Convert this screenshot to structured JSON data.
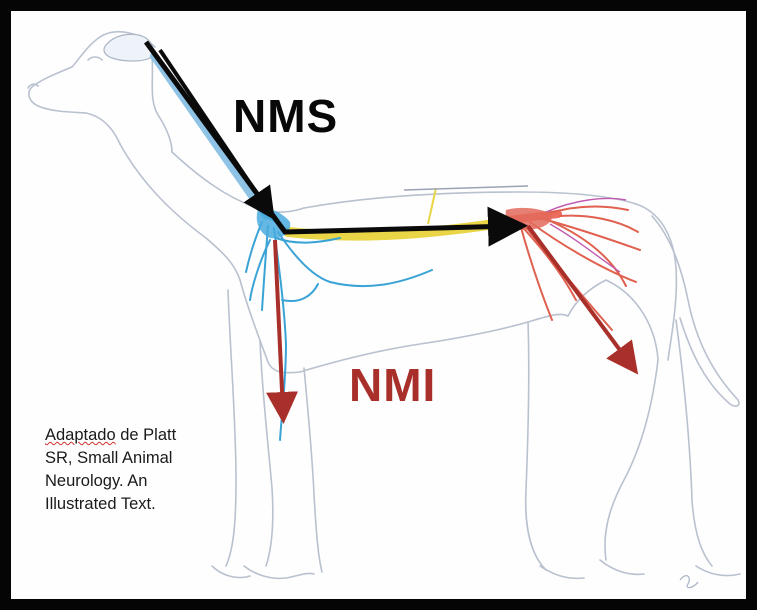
{
  "labels": {
    "nms": "NMS",
    "nmi": "NMI"
  },
  "credit": {
    "line1_word": "Adaptado",
    "line1_rest": " de Platt",
    "line2": "SR, Small Animal",
    "line3": "Neurology. An",
    "line4": "Illustrated Text."
  },
  "colors": {
    "frame": "#050505",
    "outline": "#b9c1cf",
    "upper_motor_neuron": "#0a0a0a",
    "lower_motor_neuron": "#a9302a",
    "brachial_plexus": "#3aa3d6",
    "lumbosacral_plexus": "#e0614f",
    "spinal_cord": "#e9d545"
  }
}
